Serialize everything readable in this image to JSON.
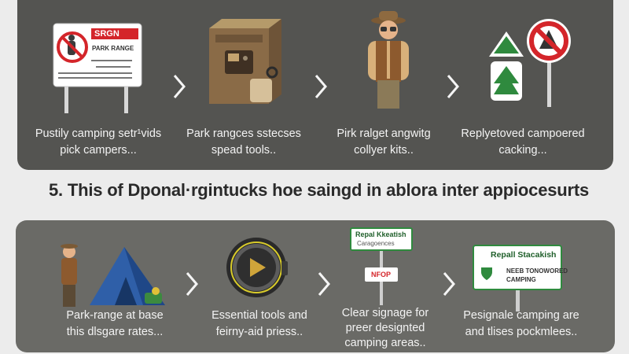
{
  "colors": {
    "panel_top": "#545451",
    "panel_bottom": "#6a6a66",
    "page_bg": "#ececec",
    "sign_red": "#d4252a",
    "sign_green": "#2f8a3e",
    "text_light": "#f3f3f3"
  },
  "top_row": {
    "steps": [
      {
        "icon": "no-camping-sign-icon",
        "sign": {
          "title": "SRGN",
          "subtitle": "PARK RANGE"
        },
        "caption_1": "Pustily camping setr¹vids",
        "caption_2": "pick campers..."
      },
      {
        "icon": "ranger-equipment-box-icon",
        "caption_1": "Park rangces sstecses",
        "caption_2": "spead tools.."
      },
      {
        "icon": "park-ranger-icon",
        "caption_1": "Pirk ralget angwitg",
        "caption_2": "collyer kits.."
      },
      {
        "icon": "tree-and-prohibition-signs-icon",
        "caption_1": "Replyetoved campoered",
        "caption_2": "cacking..."
      }
    ]
  },
  "headline": "5. This of Dponal·rgintucks hoe saingd in ablora inter appiocesurts",
  "bottom_row": {
    "steps": [
      {
        "icon": "ranger-with-tent-icon",
        "caption_1": "Park-range at base",
        "caption_2": "this dlsgare rates..."
      },
      {
        "icon": "toolkit-reel-icon",
        "caption_1": "Essential tools and",
        "caption_2": "feirny-aid priess.."
      },
      {
        "icon": "signpost-icon",
        "sign_top_1": "Repal Kkeatish",
        "sign_top_2": "Caragoences",
        "sign_mid": "NFOP",
        "caption_1": "Clear signage for",
        "caption_2": "preer designted",
        "caption_3": "camping areas.."
      },
      {
        "icon": "designated-camping-sign-icon",
        "sign_title": "Repall Stacakish",
        "sign_body_1": "NEEB TONOWORED",
        "sign_body_2": "CAMPING",
        "caption_1": "Pesignale camping are",
        "caption_2": "and tlises pockmlees.."
      }
    ]
  }
}
